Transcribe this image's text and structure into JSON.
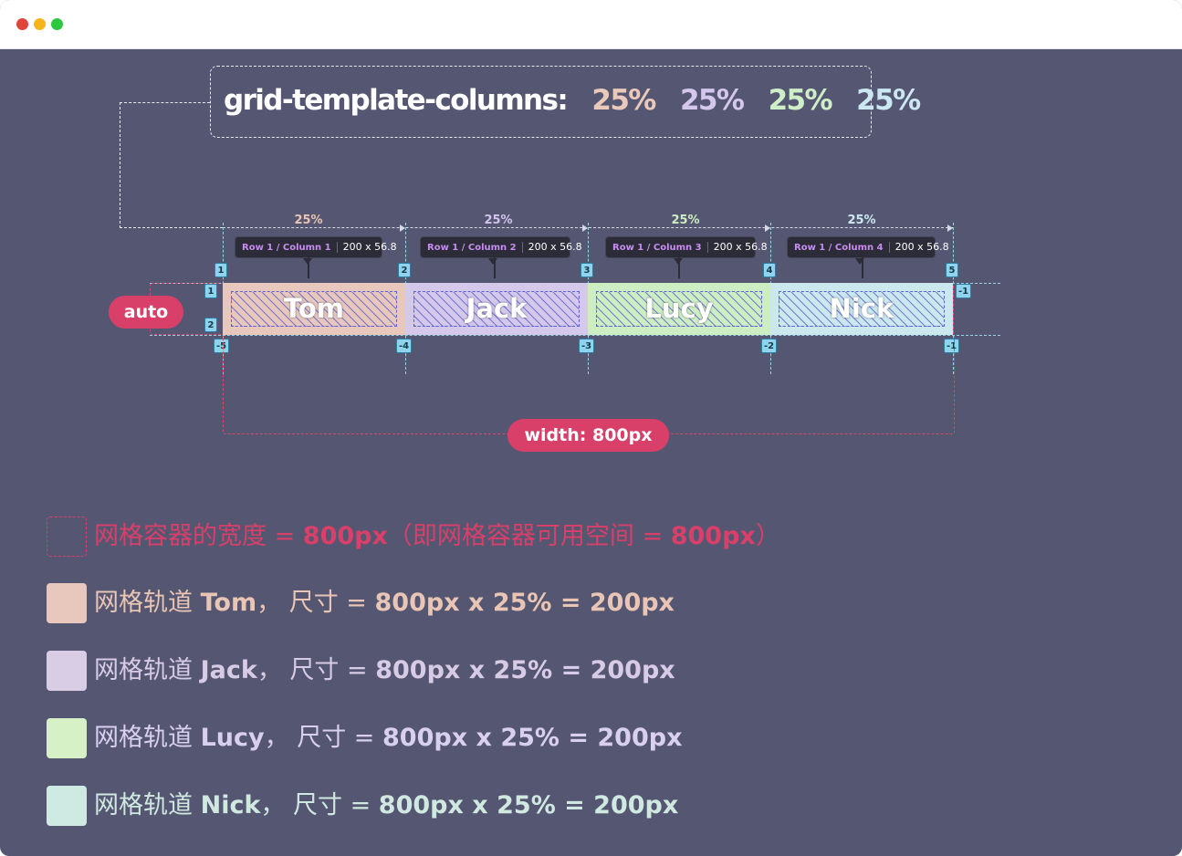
{
  "window": {
    "controls": [
      "close",
      "minimize",
      "zoom"
    ],
    "colors": {
      "background": "#555672",
      "titlebar": "#ffffff"
    }
  },
  "code": {
    "property": "grid-template-columns:",
    "values": [
      "25%",
      "25%",
      "25%",
      "25%"
    ],
    "colors": [
      "#e9c9b9",
      "#d3c7ec",
      "#cdeec6",
      "#cbe7f2"
    ]
  },
  "columns": [
    {
      "percent": "25%",
      "tooltip_pos": "Row 1 / Column 1",
      "tooltip_size": "200 x 56.8",
      "name": "Tom",
      "fill": "#e8c8bd",
      "label_color": "#e8c5b4"
    },
    {
      "percent": "25%",
      "tooltip_pos": "Row 1 / Column 2",
      "tooltip_size": "200 x 56.8",
      "name": "Jack",
      "fill": "#d4c9ea",
      "label_color": "#d3c4ee"
    },
    {
      "percent": "25%",
      "tooltip_pos": "Row 1 / Column 3",
      "tooltip_size": "200 x 56.8",
      "name": "Lucy",
      "fill": "#cdeec2",
      "label_color": "#cdeec2"
    },
    {
      "percent": "25%",
      "tooltip_pos": "Row 1 / Column 4",
      "tooltip_size": "200 x 56.8",
      "name": "Nick",
      "fill": "#cbe8ee",
      "label_color": "#cbe8ee"
    }
  ],
  "row_label": "auto",
  "line_numbers": {
    "column_top": [
      "1",
      "2",
      "3",
      "4",
      "5"
    ],
    "column_bottom": [
      "-5",
      "-4",
      "-3",
      "-2",
      "-1"
    ],
    "row_left": [
      "1",
      "2"
    ],
    "row_right": [
      "-1"
    ]
  },
  "width_label": "width: 800px",
  "legend": {
    "container": {
      "prefix": "网格容器的宽度 = ",
      "value": "800px",
      "middle": "（即网格容器可用空间 = ",
      "value2": "800px",
      "suffix": "）",
      "color": "#d8406a"
    },
    "tracks": [
      {
        "prefix": "网格轨道 ",
        "name": "Tom",
        "sep": "，",
        "size_label": "尺寸 = ",
        "formula": "800px x 25% = 200px",
        "swatch": "#e8c8bd",
        "color": "#e8c5b4"
      },
      {
        "prefix": "网格轨道 ",
        "name": "Jack",
        "sep": "，",
        "size_label": "尺寸 = ",
        "formula": "800px x 25% = 200px",
        "swatch": "#d9cde6",
        "color": "#d8cbe6"
      },
      {
        "prefix": "网格轨道 ",
        "name": "Lucy",
        "sep": "，",
        "size_label": "尺寸 = ",
        "formula": "800px x 25% = 200px",
        "swatch": "#d7f1c6",
        "color": "#d9d0f0"
      },
      {
        "prefix": "网格轨道 ",
        "name": "Nick",
        "sep": "，",
        "size_label": "尺寸 = ",
        "formula": "800px x 25% = 200px",
        "swatch": "#cfe9e3",
        "color": "#cfe9e0"
      }
    ]
  }
}
